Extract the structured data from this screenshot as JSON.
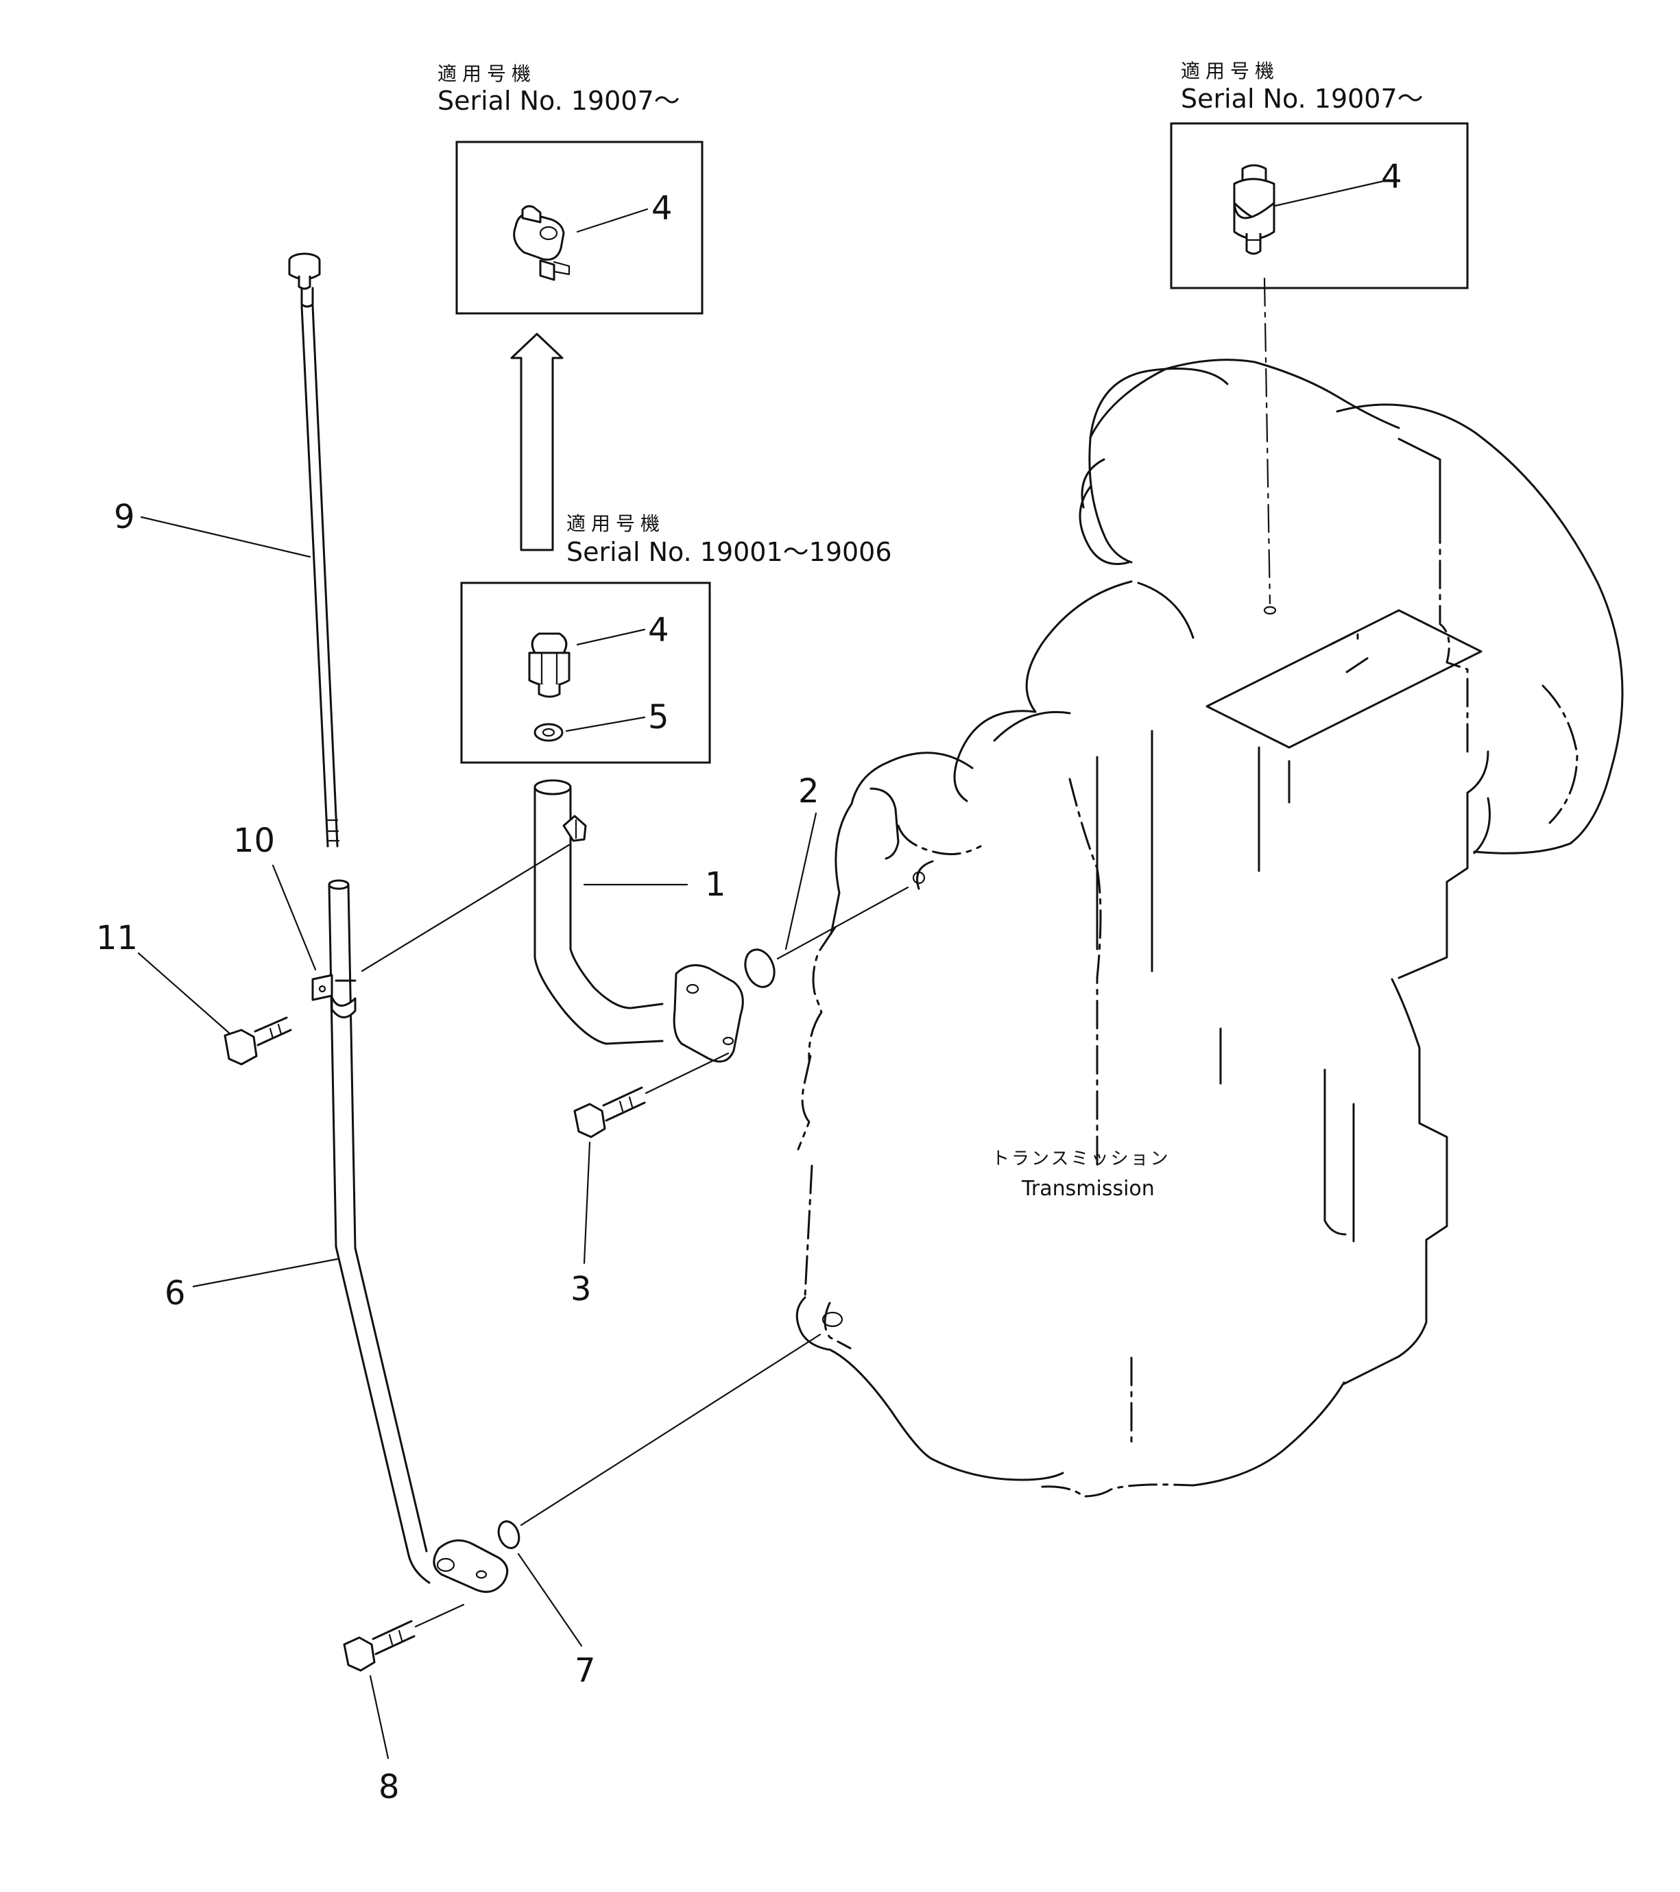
{
  "captions": {
    "top_left": {
      "jp": "適用号機",
      "en": "Serial No. 19007～"
    },
    "top_right": {
      "jp": "適用号機",
      "en": "Serial No. 19007～"
    },
    "middle": {
      "jp": "適用号機",
      "en": "Serial No. 19001～19006"
    }
  },
  "transmission": {
    "jp": "トランスミッション",
    "en": "Transmission"
  },
  "callouts": {
    "n1": "1",
    "n2": "2",
    "n3": "3",
    "n4a": "4",
    "n4b": "4",
    "n4c": "4",
    "n5": "5",
    "n6": "6",
    "n7": "7",
    "n8": "8",
    "n9": "9",
    "n10": "10",
    "n11": "11"
  }
}
